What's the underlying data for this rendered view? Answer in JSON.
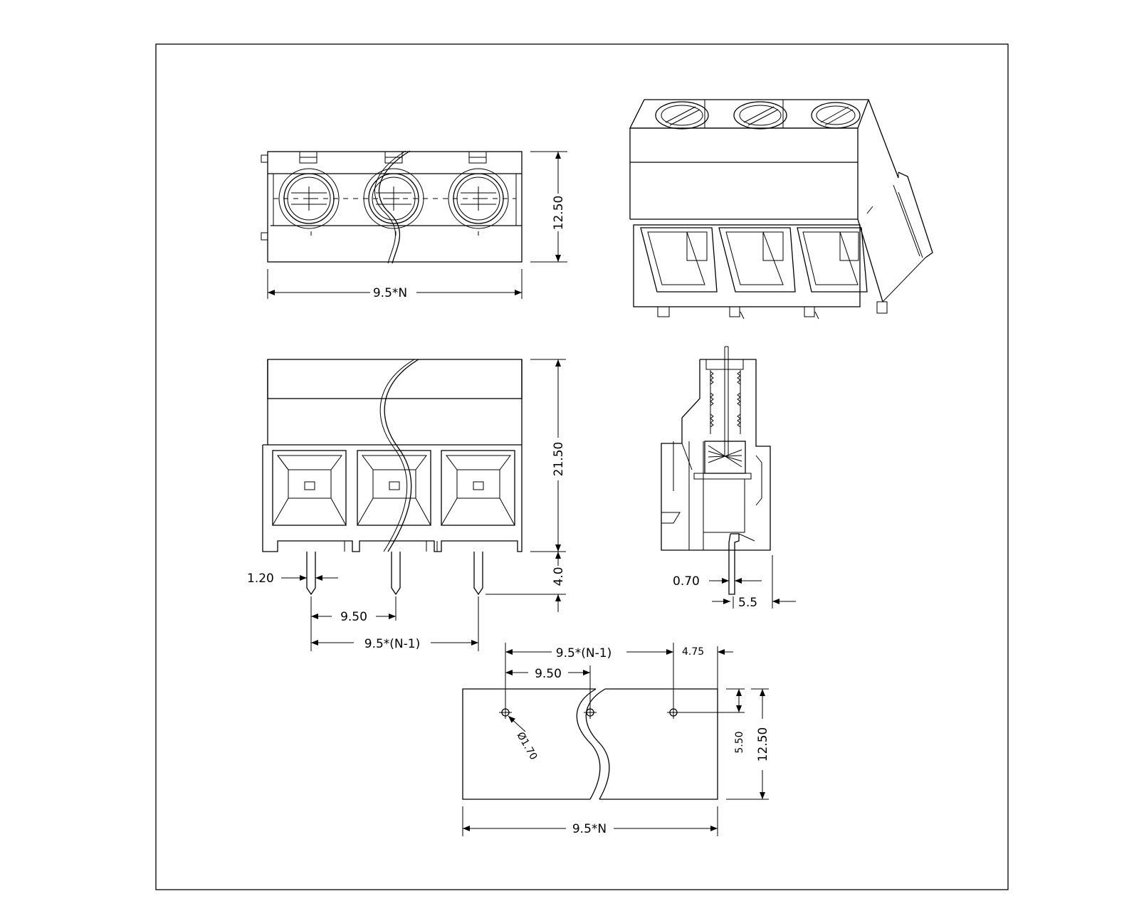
{
  "dimensions": {
    "top_height": "12.50",
    "top_width": "9.5*N",
    "front_height": "21.50",
    "pin_length": "4.0",
    "pin_width": "1.20",
    "pitch_front": "9.50",
    "span_front": "9.5*(N-1)",
    "side_pin": "0.70",
    "side_offset": "5.5",
    "pcb_span": "9.5*(N-1)",
    "pcb_pitch": "9.50",
    "pcb_edge": "4.75",
    "pcb_hole": "Ø1.70",
    "pcb_row": "5.50",
    "pcb_height": "12.50",
    "pcb_width": "9.5*N"
  },
  "icons": {
    "screw": "slotted-screw-icon",
    "break": "break-line-icon"
  },
  "colors": {
    "line": "#000000",
    "background": "#ffffff"
  }
}
